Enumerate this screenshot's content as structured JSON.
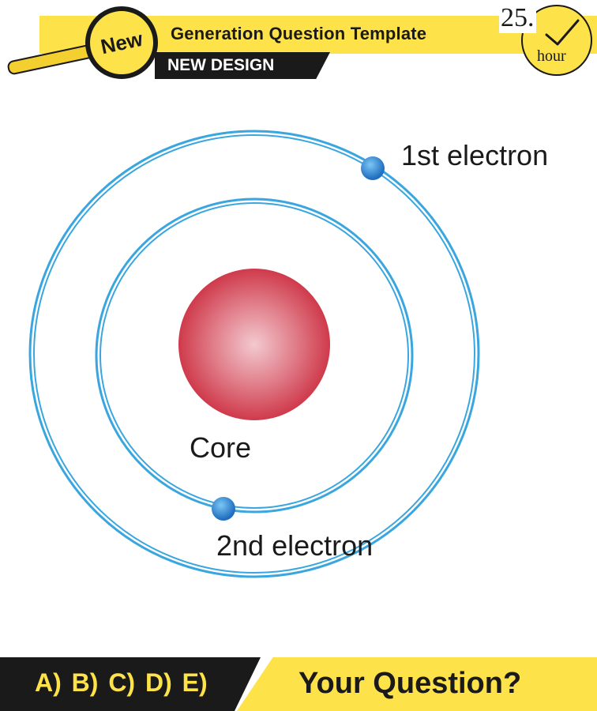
{
  "header": {
    "badge": "New",
    "title": "Generation Question Template",
    "subtitle": "NEW DESIGN",
    "clock_number": "25.",
    "clock_unit": "hour"
  },
  "diagram": {
    "labels": {
      "electron1": "1st electron",
      "core": "Core",
      "electron2": "2nd electron"
    },
    "colors": {
      "orbit": "#3aa6df",
      "electron": "#2a78c8",
      "core": "#d84a5a"
    }
  },
  "footer": {
    "options": "A) B) C) D) E)",
    "question": "Your Question?"
  }
}
